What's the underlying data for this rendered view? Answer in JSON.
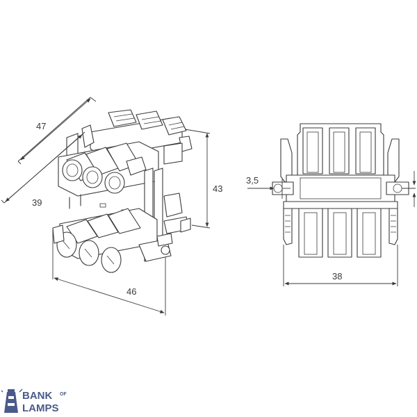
{
  "dimensions": {
    "width_top": "47",
    "depth": "39",
    "height": "43",
    "width_bottom": "46",
    "front_width": "38",
    "pin_offset": "3,5"
  },
  "logo": {
    "line1": "BANK",
    "of": "OF",
    "line2": "LAMPS",
    "color": "#4a5a8a"
  }
}
